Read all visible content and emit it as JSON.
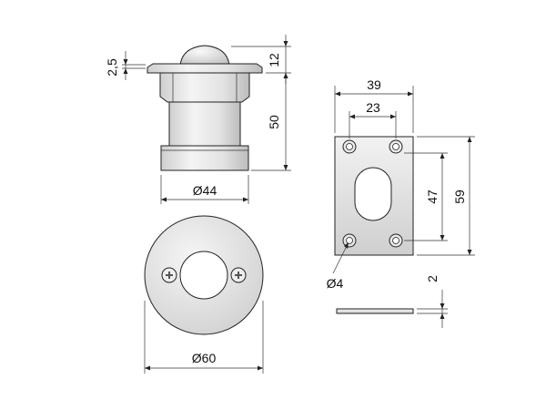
{
  "dimensions": {
    "top_view": {
      "flange_thickness": "2,5",
      "dome_height": "12",
      "body_height": "50",
      "base_diameter": "Ø44"
    },
    "round_plate": {
      "diameter": "Ø60"
    },
    "rect_plate": {
      "width": "39",
      "hole_spacing_x": "23",
      "hole_spacing_y": "47",
      "height": "59",
      "hole_diameter": "Ø4",
      "thickness": "2"
    }
  },
  "colors": {
    "line": "#222222",
    "metal_light": "#f2f2f2",
    "metal_mid": "#d9d9d9",
    "metal_dark": "#b9b9b9",
    "background": "#ffffff"
  }
}
